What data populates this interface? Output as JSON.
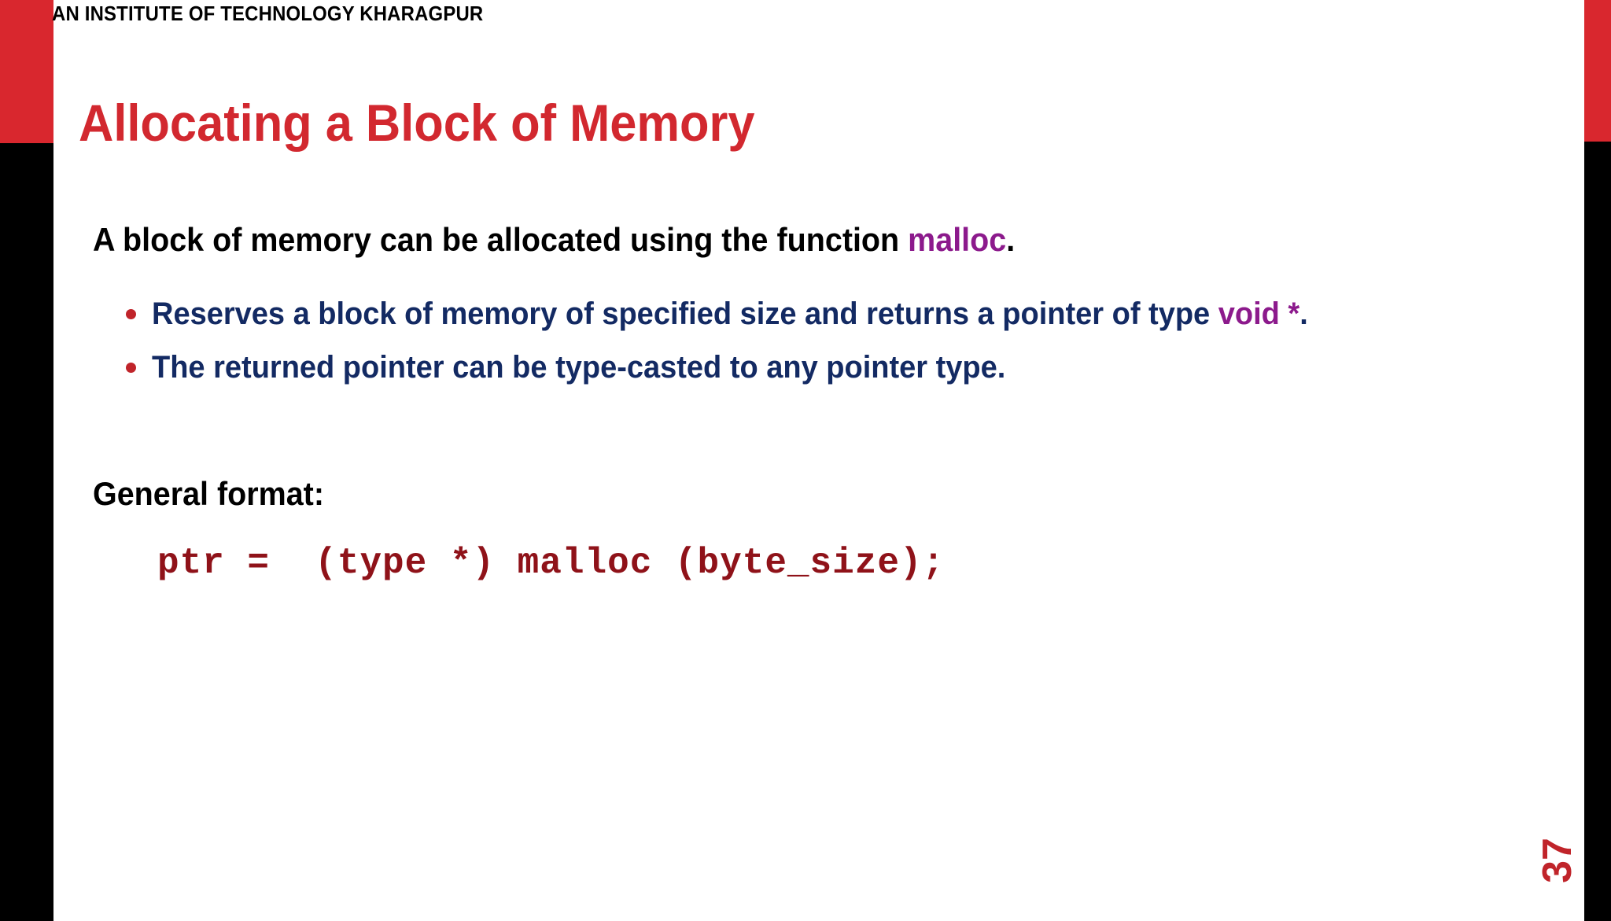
{
  "slide": {
    "header_text": "AN INSTITUTE OF TECHNOLOGY KHARAGPUR",
    "title": "Allocating a Block of Memory",
    "page_number": "37",
    "colors": {
      "accent_red": "#d9272e",
      "title_red": "#d2282f",
      "body_navy": "#132a63",
      "keyword_purple": "#8c1a8c",
      "code_darkred": "#8f1219",
      "band_black": "#000000",
      "background": "#ffffff"
    }
  },
  "body": {
    "lead": {
      "before": "A block of memory can be allocated using the function ",
      "keyword": "malloc",
      "after": "."
    },
    "bullets": [
      {
        "before": "Reserves a block of memory of specified size and returns a pointer of type ",
        "keyword": "void *",
        "after": "."
      },
      {
        "before": "The returned pointer can be type-casted to any pointer type.",
        "keyword": "",
        "after": ""
      }
    ],
    "general_format_label": "General format:",
    "code": "ptr =  (type *) malloc (byte_size);"
  }
}
